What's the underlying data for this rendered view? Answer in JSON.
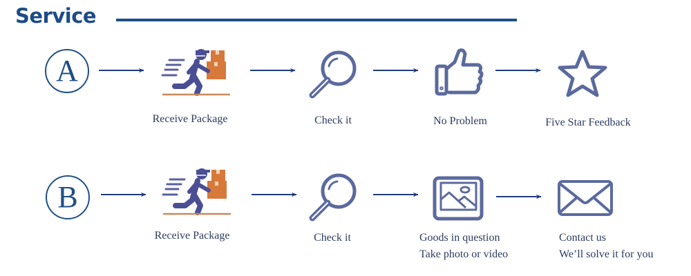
{
  "title": "Service",
  "colors": {
    "primary": "#1d4b86",
    "icon": "#5b6a9e",
    "box": "#d6793a"
  },
  "rows": [
    {
      "marker": "A",
      "steps": [
        {
          "icon": "courier-icon",
          "label": "Receive Package"
        },
        {
          "icon": "magnifier-icon",
          "label": "Check it"
        },
        {
          "icon": "thumbs-up-icon",
          "label": "No Problem"
        },
        {
          "icon": "star-icon",
          "label": "Five Star Feedback"
        }
      ]
    },
    {
      "marker": "B",
      "steps": [
        {
          "icon": "courier-icon",
          "label": "Receive Package"
        },
        {
          "icon": "magnifier-icon",
          "label": "Check it"
        },
        {
          "icon": "image-icon",
          "lines": [
            "Goods in question",
            "Take photo or video"
          ]
        },
        {
          "icon": "envelope-icon",
          "lines": [
            "Contact us",
            "We’ll solve it for you"
          ]
        }
      ]
    }
  ]
}
